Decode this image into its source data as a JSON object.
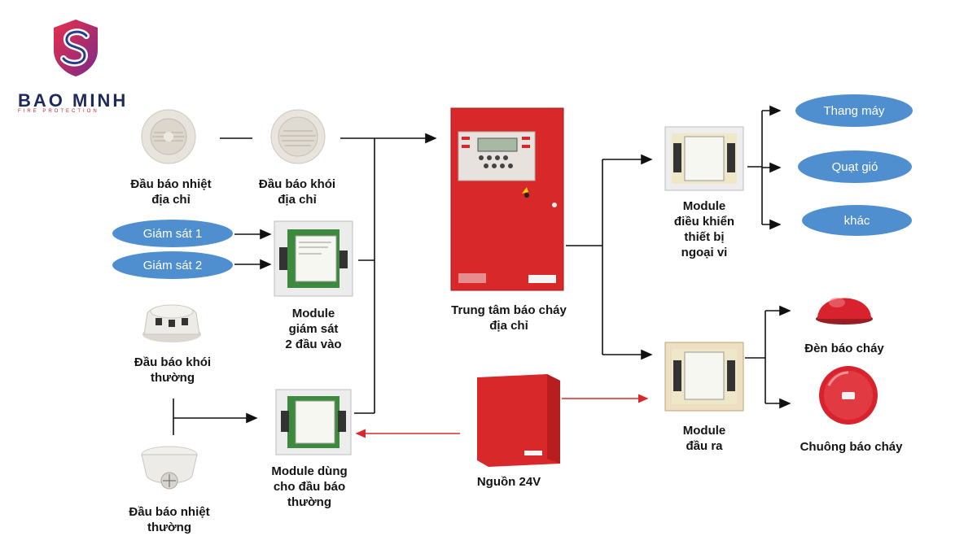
{
  "brand": {
    "name": "BAO MINH",
    "tagline": "FIRE PROTECTION"
  },
  "colors": {
    "accent_red": "#d8282a",
    "pill_blue": "#4f8fd0",
    "line": "#111111",
    "arrow_red": "#d8282a"
  },
  "nodes": {
    "heat_addressable": "Đầu báo nhiệt\nđịa chỉ",
    "smoke_addressable": "Đầu báo khói\nđịa chỉ",
    "monitor_1": "Giám sát 1",
    "monitor_2": "Giám sát 2",
    "monitor_module": "Module\ngiám sát\n2 đầu vào",
    "smoke_conventional": "Đầu báo khói\nthường",
    "conventional_module": "Module dùng\ncho đầu báo\nthường",
    "heat_conventional": "Đầu báo nhiệt\nthường",
    "panel": "Trung tâm báo cháy\nđịa chỉ",
    "power": "Nguồn 24V",
    "control_module": "Module\nđiều khiển\nthiết bị\nngoại vi",
    "output_module": "Module\nđầu ra",
    "elevator": "Thang máy",
    "fan": "Quạt gió",
    "other": "khác",
    "strobe": "Đèn báo cháy",
    "bell": "Chuông báo cháy"
  },
  "icons": {
    "logo": "shield-s-logo",
    "detector": "round-detector-icon",
    "module": "interface-module-icon",
    "panel": "fire-alarm-panel-icon",
    "power": "power-supply-box-icon",
    "strobe": "red-strobe-light-icon",
    "bell": "fire-bell-icon"
  }
}
